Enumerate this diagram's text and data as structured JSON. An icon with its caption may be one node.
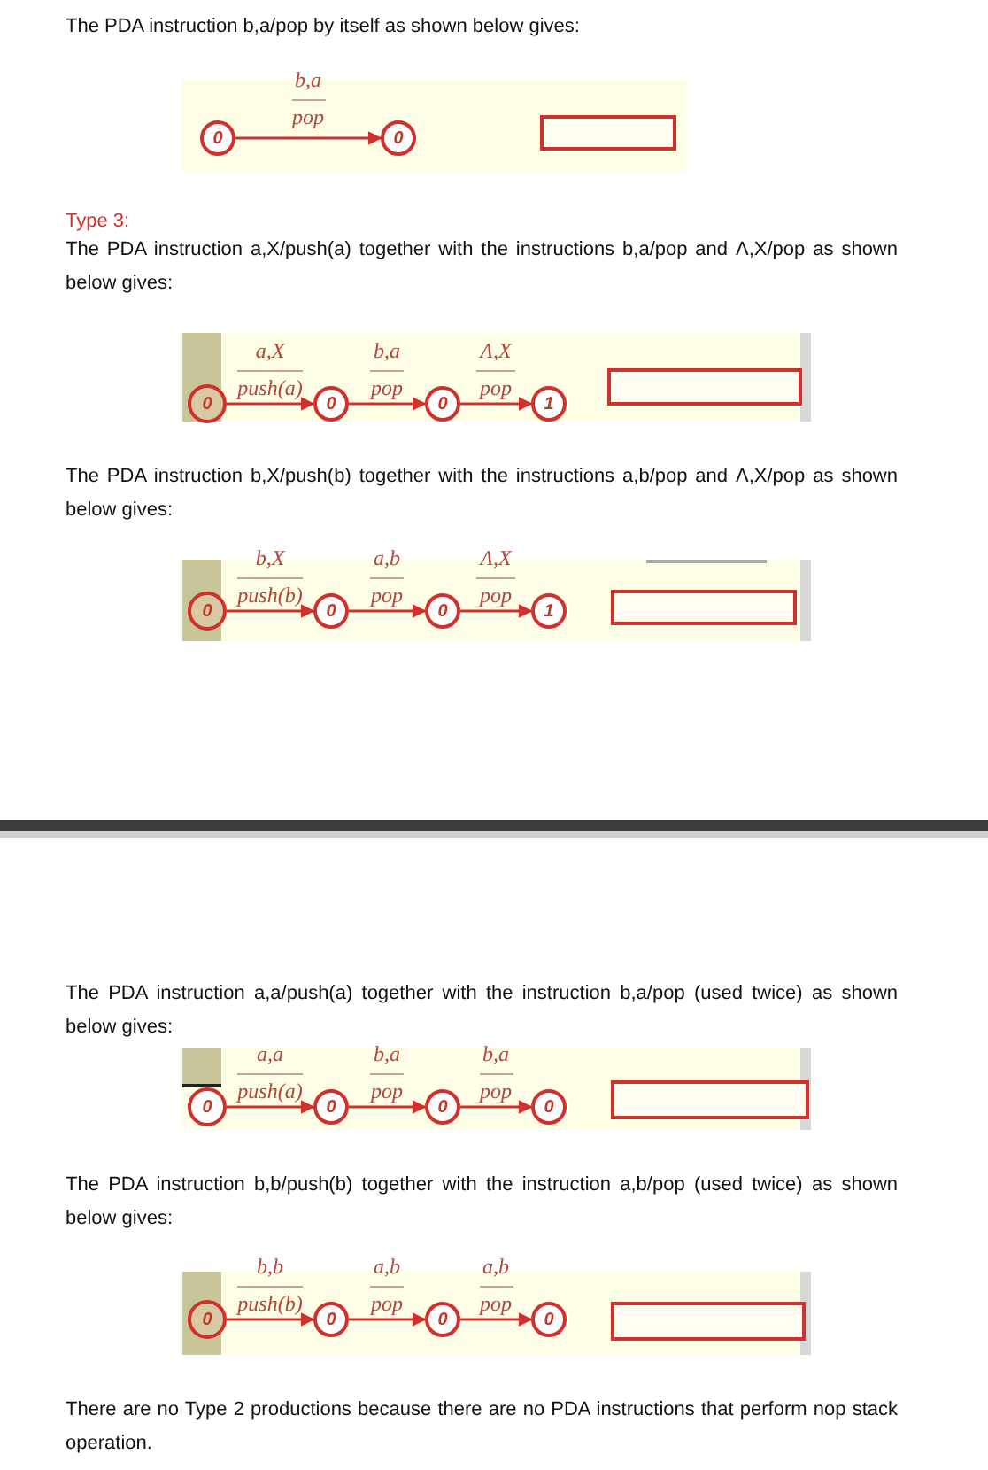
{
  "diagram": {
    "nodes": [
      {
        "text": [
          "0"
        ]
      },
      {
        "text": [
          "0"
        ]
      },
      {
        "text": [],
        "shape": "box"
      },
      {
        "text": [
          "0"
        ]
      },
      {
        "text": [
          "0"
        ]
      },
      {
        "text": [
          "0"
        ]
      },
      {
        "text": [
          "1"
        ]
      },
      {
        "text": [],
        "shape": "box"
      },
      {
        "text": [
          "0"
        ]
      },
      {
        "text": [
          "0"
        ]
      },
      {
        "text": [
          "0"
        ]
      },
      {
        "text": [
          "1"
        ]
      },
      {
        "text": [],
        "shape": "box"
      },
      {
        "text": [
          "0"
        ]
      },
      {
        "text": [
          "0"
        ]
      },
      {
        "text": [
          "0"
        ]
      },
      {
        "text": [
          "0"
        ]
      },
      {
        "text": [],
        "shape": "box"
      },
      {
        "text": [
          "0"
        ]
      },
      {
        "text": [
          "0"
        ]
      },
      {
        "text": [
          "0"
        ]
      },
      {
        "text": [
          "0"
        ]
      },
      {
        "text": [],
        "shape": "box"
      }
    ],
    "edges": [
      {
        "from": 0,
        "to": 1,
        "arrow": "to",
        "label": "b,a pop"
      },
      {
        "from": 3,
        "to": 4,
        "arrow": "to",
        "label": "a,X push(a)"
      },
      {
        "from": 4,
        "to": 5,
        "arrow": "to",
        "label": "b,a pop"
      },
      {
        "from": 5,
        "to": 6,
        "arrow": "to",
        "label": "Λ,X pop"
      },
      {
        "from": 8,
        "to": 9,
        "arrow": "to",
        "label": "b,X push(b)"
      },
      {
        "from": 9,
        "to": 10,
        "arrow": "to",
        "label": "a,b pop"
      },
      {
        "from": 10,
        "to": 11,
        "arrow": "to",
        "label": "Λ,X pop"
      },
      {
        "from": 13,
        "to": 14,
        "arrow": "to",
        "label": "a,a push(a)"
      },
      {
        "from": 14,
        "to": 15,
        "arrow": "to",
        "label": "b,a pop"
      },
      {
        "from": 15,
        "to": 16,
        "arrow": "to",
        "label": "b,a pop"
      },
      {
        "from": 18,
        "to": 19,
        "arrow": "to",
        "label": "b,b push(b)"
      },
      {
        "from": 19,
        "to": 20,
        "arrow": "to",
        "label": "a,b pop"
      },
      {
        "from": 20,
        "to": 21,
        "arrow": "to",
        "label": "a,b pop"
      }
    ],
    "labels": [
      "The PDA instruction b,a/pop by itself as shown below gives:",
      "Type 3:",
      "The PDA instruction a,X/push(a) together with the instructions b,a/pop and Λ,X/pop as shown below gives:",
      "The PDA instruction b,X/push(b) together with the instructions a,b/pop and Λ,X/pop as shown below gives:",
      "The PDA instruction a,a/push(a) together with the instruction b,a/pop (used twice) as shown below gives:",
      "The PDA instruction b,b/push(b) together with the instruction a,b/pop (used twice) as shown below gives:",
      "There are no Type 2 productions because there are no PDA instructions that perform nop stack operation."
    ]
  }
}
